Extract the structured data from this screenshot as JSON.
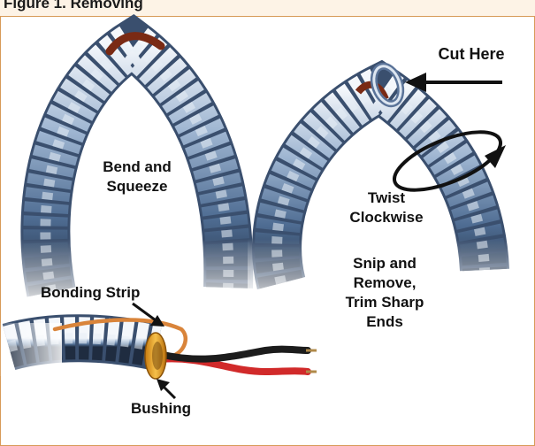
{
  "title": "Figure 1. Removing",
  "labels": {
    "cut_here": "Cut Here",
    "bend_and_squeeze": "Bend and\nSqueeze",
    "twist_clockwise": "Twist\nClockwise",
    "snip_and_remove": "Snip and\nRemove,\nTrim Sharp\nEnds",
    "bonding_strip": "Bonding Strip",
    "bushing": "Bushing"
  },
  "colors": {
    "frame_border": "#d79a58",
    "background": "#fdf3e6",
    "armor_steel": "#6f8fb5",
    "armor_highlight": "#e8eef6",
    "armor_dark": "#2e3f58",
    "bonding_strip": "#d9843a",
    "bushing": "#e8a21e",
    "wire_red": "#d12a2a",
    "wire_black": "#1c1c1c",
    "wire_inside": "#7a2a14"
  },
  "icons": [
    "arrow-cut-here-icon",
    "twist-clockwise-arrow-icon",
    "bonding-strip-pointer-icon",
    "bushing-pointer-icon"
  ]
}
